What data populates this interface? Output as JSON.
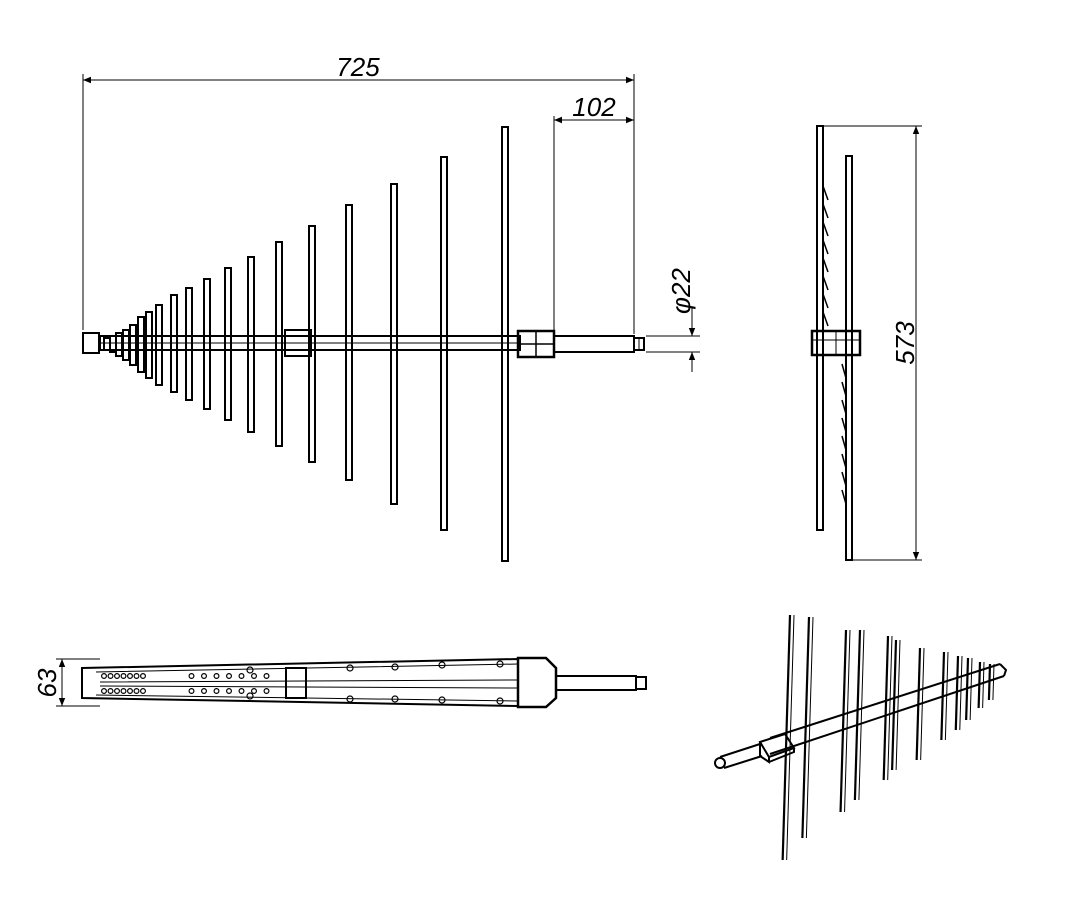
{
  "drawing": {
    "views": [
      "front-view",
      "side-view",
      "top-view",
      "isometric-view"
    ],
    "dimensions": {
      "overall_length": "725",
      "connector_length": "102",
      "boom_diameter": "φ22",
      "max_element_span": "573",
      "boom_width": "63"
    }
  }
}
